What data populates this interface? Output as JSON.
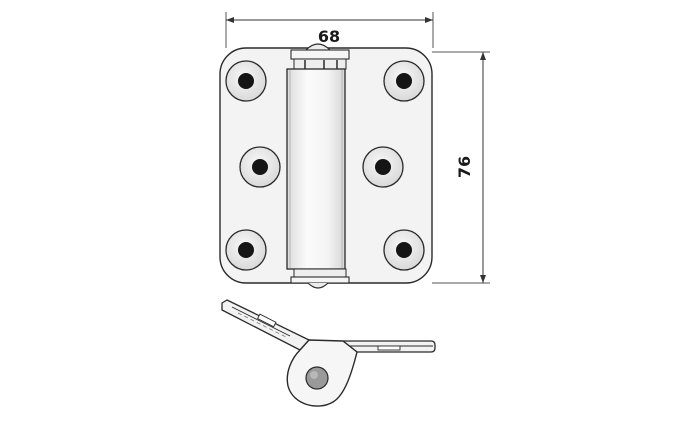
{
  "dimensions": {
    "width_label": "68",
    "height_label": "76"
  },
  "colors": {
    "line": "#2a2a2a",
    "plate_fill": "#f2f2f2",
    "knuckle_fill": "#f7f7f7",
    "boss_fill": "#e6e6e6",
    "hole": "#151515",
    "pin_fill": "#9a9a9a"
  },
  "front_view": {
    "screw_hole_count": 6
  }
}
